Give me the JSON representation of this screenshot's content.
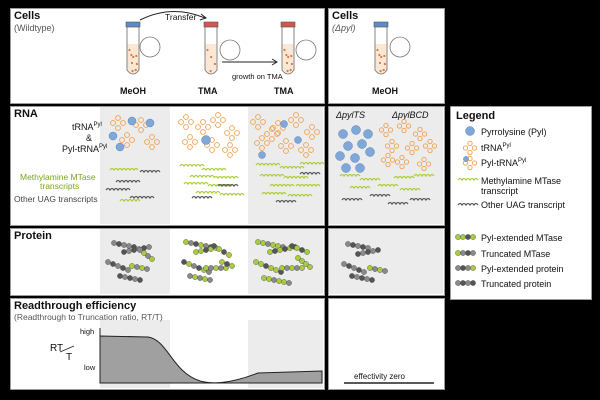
{
  "cells_wt": {
    "title": "Cells",
    "subtitle": "(Wildtype)",
    "transfer_label": "Transfer",
    "growth_label": "growth on TMA",
    "tubes": [
      "MeOH",
      "TMA",
      "TMA"
    ]
  },
  "cells_mut": {
    "title": "Cells",
    "subtitle": "(Δpyl)",
    "tube": "MeOH"
  },
  "rna": {
    "title": "RNA",
    "trna_label": "tRNA",
    "trna_sup": "Pyl",
    "amp": "&",
    "pyl_trna_label": "Pyl-tRNA",
    "mtase_label_1": "Methylamine MTase",
    "mtase_label_2": "transcripts",
    "other_label_1": "Other UAG transcripts",
    "mut_a": "ΔpylTS",
    "mut_b": "ΔpylBCD"
  },
  "protein": {
    "title": "Protein"
  },
  "readthrough": {
    "title": "Readthrough efficiency",
    "subtitle": "(Readthrough to Truncation ratio, RT/T)",
    "ylabel_top": "RT",
    "ylabel_bot": "T",
    "high": "high",
    "low": "low",
    "zero_label": "effectivity zero"
  },
  "legend": {
    "title": "Legend",
    "items": [
      "Pyrrolysine (Pyl)",
      "tRNA",
      "Pyl-tRNA",
      "Methylamine MTase transcript",
      "Other UAG transcript",
      "Pyl-extended MTase",
      "Truncated MTase",
      "Pyl-extended protein",
      "Truncated protein"
    ],
    "sups": [
      "",
      "Pyl",
      "Pyl",
      "",
      "",
      "",
      "",
      "",
      ""
    ]
  },
  "colors": {
    "pyl_blue": "#7fa8d8",
    "trna_orange": "#f0a050",
    "mtase_green": "#a8cc3c",
    "other_dark": "#555555",
    "cap_red": "#d9534f",
    "fill_gray": "#a0a0a0"
  }
}
